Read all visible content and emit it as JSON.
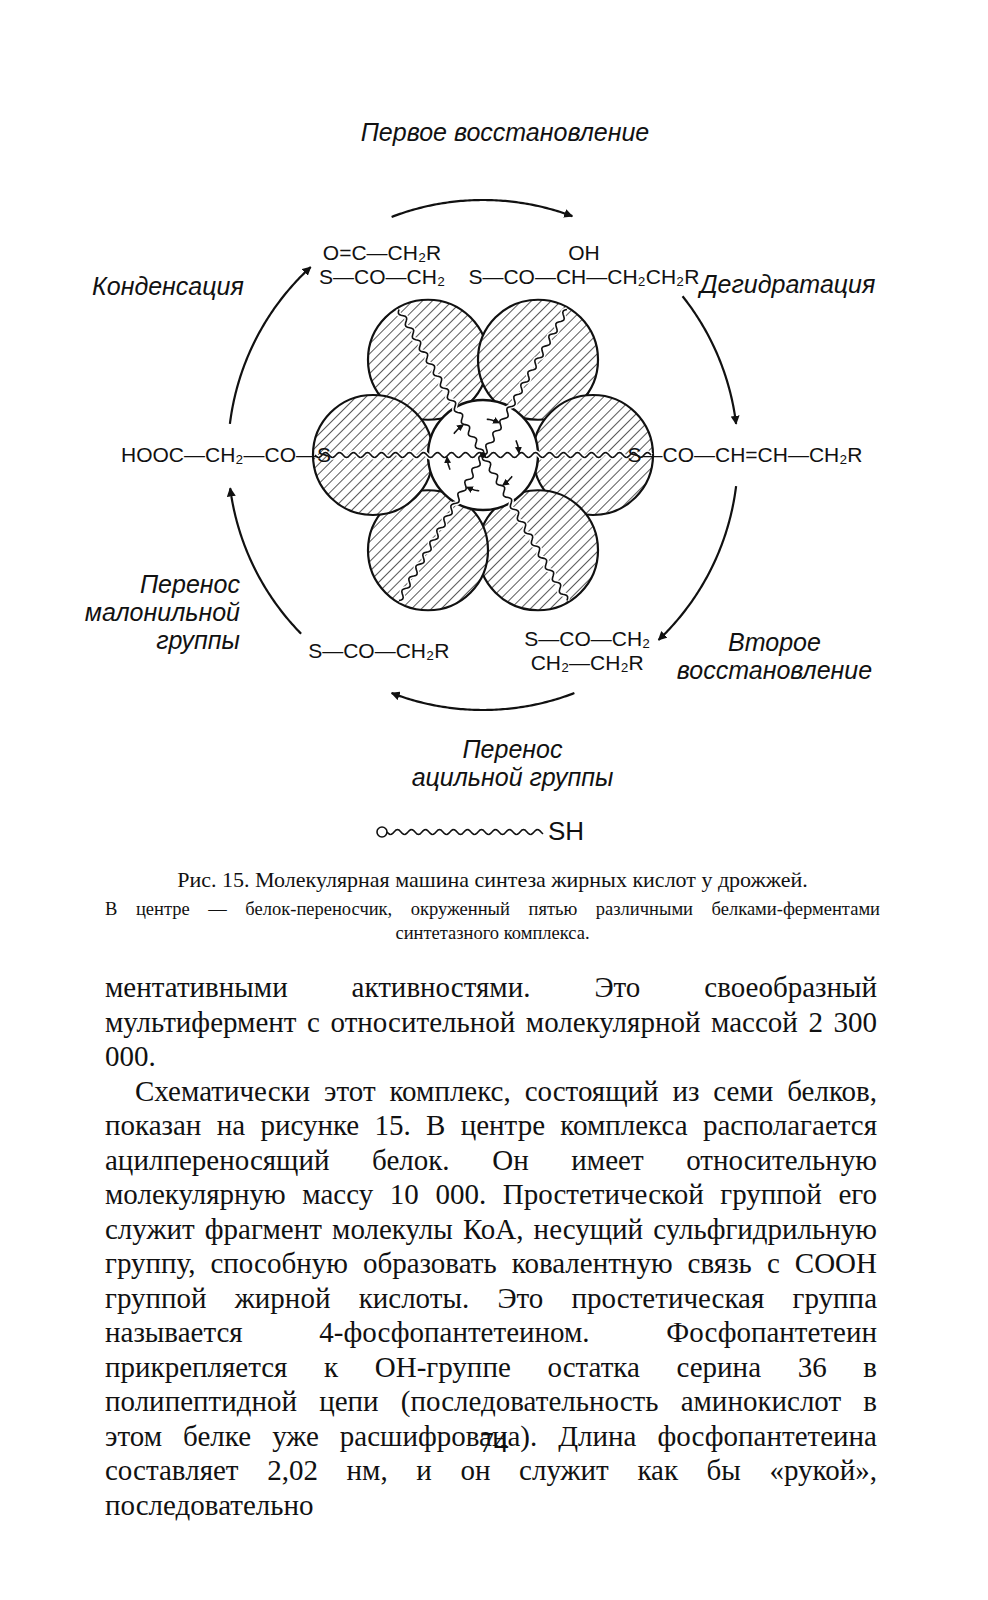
{
  "diagram": {
    "caption": "Рис. 15. Молекулярная машина синтеза жирных кислот у дрожжей.",
    "nodes": [
      {
        "text": [
          "O=C—CH₂R",
          "S—CO—CH₂"
        ]
      },
      {
        "text": [
          "OH",
          "S—CO—CH—CH₂CH₂R"
        ]
      },
      {
        "text": [
          "S—CO—CH=CH—CH₂R"
        ]
      },
      {
        "text": [
          "S—CO—CH₂",
          "CH₂—CH₂R"
        ]
      },
      {
        "text": [
          "S—CO—CH₂R"
        ]
      },
      {
        "text": [
          "HOOC—CH₂—CO—S"
        ]
      }
    ],
    "edges": [
      {
        "from": 0,
        "to": 1,
        "arrow": "to",
        "label": "Первое восстановление"
      },
      {
        "from": 1,
        "to": 2,
        "arrow": "to",
        "label": "Дегидратация"
      },
      {
        "from": 2,
        "to": 3,
        "arrow": "to",
        "label": "Второе восстановление"
      },
      {
        "from": 3,
        "to": 4,
        "arrow": "to",
        "label": "Перенос ацильной группы"
      },
      {
        "from": 4,
        "to": 5,
        "arrow": "to",
        "label": "Перенос малонильной группы"
      },
      {
        "from": 5,
        "to": 0,
        "arrow": "to",
        "label": "Конденсация"
      }
    ],
    "labels": [
      "SH",
      "В центре — белок-переносчик, окруженный пятью различными белками-ферментами синтетазного комплекса.",
      "ментативными активностями. Это своеобразный мультифермент с относительной молекулярной массой 2 300 000.",
      "Схематически этот комплекс, состоящий из семи белков, показан на рисунке 15. В центре комплекса располагается ацилпереносящий белок. Он имеет относительную молекулярную массу 10 000. Простетической группой его служит фрагмент молекулы КоА, несущий сульфгидрильную группу, способную образовать ковалентную связь с СООН группой жирной кислоты. Это простетическая группа называется 4-фосфопантетеином. Фосфопантетеин прикрепляется к ОН-группе остатка серина 36 в полипептидной цепи (последовательность аминокислот в этом белке уже расшифрована). Длина фосфопантетеина составляет 2,02 нм, и он служит как бы «рукой», последовательно",
      "74"
    ]
  }
}
